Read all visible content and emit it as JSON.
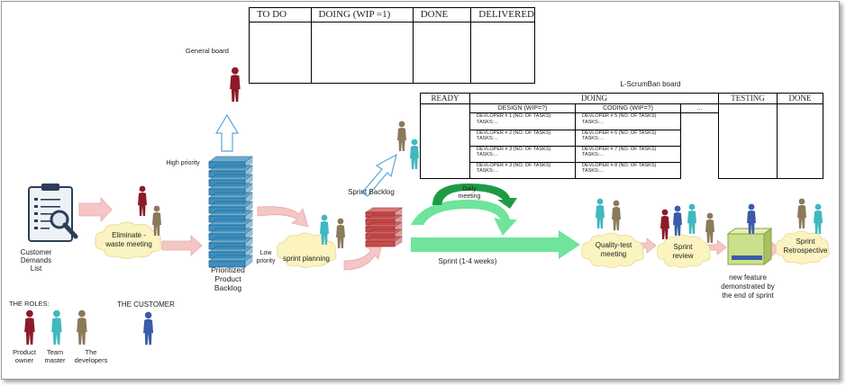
{
  "general_board": {
    "label": "General board",
    "columns": [
      "TO DO",
      "DOING (WIP =1)",
      "DONE",
      "DELIVERED"
    ]
  },
  "lscrumban_board": {
    "label": "L-ScrumBan board",
    "top_headers": [
      "READY",
      "DOING",
      "TESTING",
      "DONE"
    ],
    "sub_headers": [
      "DESIGN (WIP=?)",
      "CODING (WIP=?)",
      "..."
    ],
    "tasks_label": "TASKS:...",
    "design_devs": [
      "DEVLOPER # 1 (NO. OF TASKS)",
      "DEVLOPER # 2 (NO. OF TASKS)",
      "DEVLOPER # 3 (NO. OF TASKS)",
      "DEVLOPER # 3 (NO. OF TASKS)"
    ],
    "coding_devs": [
      "DEVLOPER # 5 (NO. OF TASKS)",
      "DEVLOPER # 6 (NO. OF TASKS)",
      "DEVLOPER # 7 (NO. OF TASKS)",
      "DEVLOPER # 8 (NO. OF TASKS)"
    ]
  },
  "flow": {
    "customer_list": "Customer Demands List",
    "eliminate_waste": "Eliminate - waste meeting",
    "high_priority": "High priority",
    "low_priority": "Low priority",
    "product_backlog": "Prioritized Product Backlog",
    "sprint_planning": "sprint planning",
    "sprint_backlog": "Sprint Backlog",
    "daily_meeting": "Daily meeting",
    "sprint_duration": "Sprint (1-4 weeks)",
    "quality_test": "Quality-test meeting",
    "sprint_review": "Sprint review",
    "new_feature": "new feature demonstrated by the end of sprint",
    "sprint_retro": "Sprint Retrospective"
  },
  "legend": {
    "title": "THE ROLES:",
    "product_owner": "Product owner",
    "team_master": "Team master",
    "developers": "The developers",
    "customer": "THE CUSTOMER"
  },
  "colors": {
    "owner": "#8b1a2a",
    "team_master": "#3fb8c0",
    "developer": "#8a7a5a",
    "customer": "#3a5ca8",
    "backlog_stack": "#3c8fbf",
    "sprint_stack": "#c94a4a",
    "sprint_arrow": "#6fe49a",
    "daily_arrow": "#1e9a45",
    "cloud": "#fbf3c0",
    "pink_arrow": "#f5c6c6"
  }
}
